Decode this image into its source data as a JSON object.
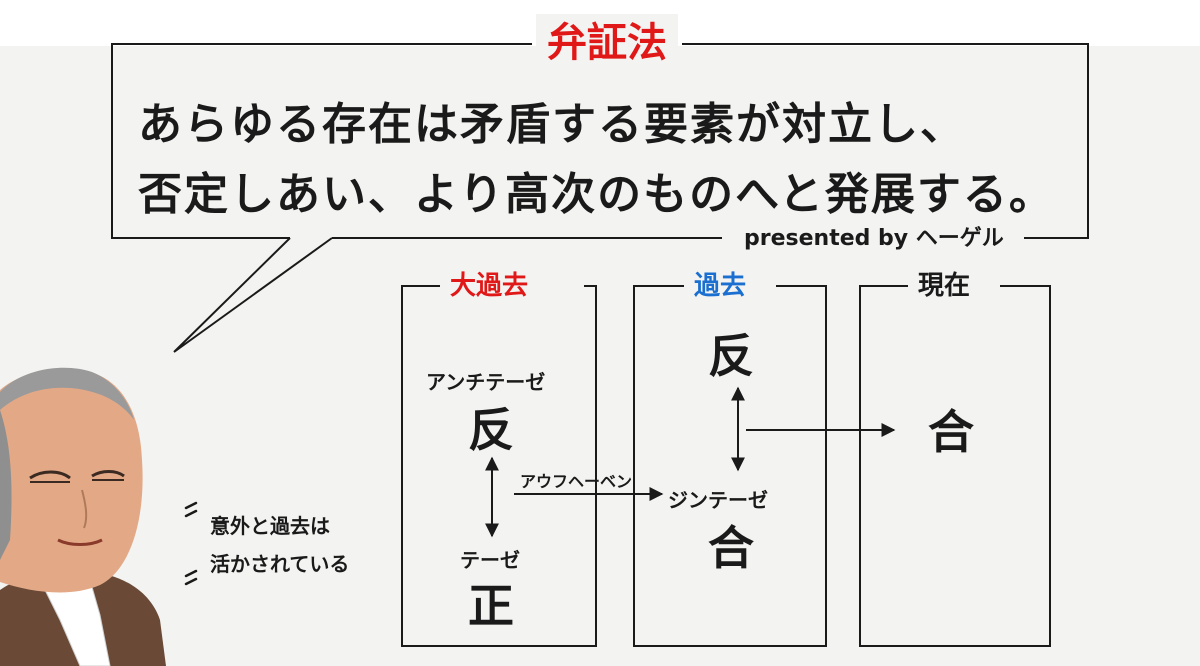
{
  "frame_title": "弁証法",
  "quote": {
    "line1": "あらゆる存在は矛盾する要素が対立し、",
    "line2": "否定しあい、より高次のものへと発展する。"
  },
  "attribution": "presented by ヘーゲル",
  "columns": [
    {
      "title": "大過去",
      "color": "#e01818"
    },
    {
      "title": "過去",
      "color": "#1a6fd0"
    },
    {
      "title": "現在",
      "color": "#1a1a1a"
    }
  ],
  "col1": {
    "antithesis_label": "アンチテーゼ",
    "antithesis": "反",
    "thesis_label": "テーゼ",
    "thesis": "正"
  },
  "col2": {
    "antithesis": "反",
    "synthesis_label": "ジンテーゼ",
    "synthesis": "合"
  },
  "col3": {
    "synthesis": "合"
  },
  "arrow_label": "アウフヘーベン",
  "speech": {
    "line1": "意外と過去は",
    "line2": "活かされている"
  }
}
